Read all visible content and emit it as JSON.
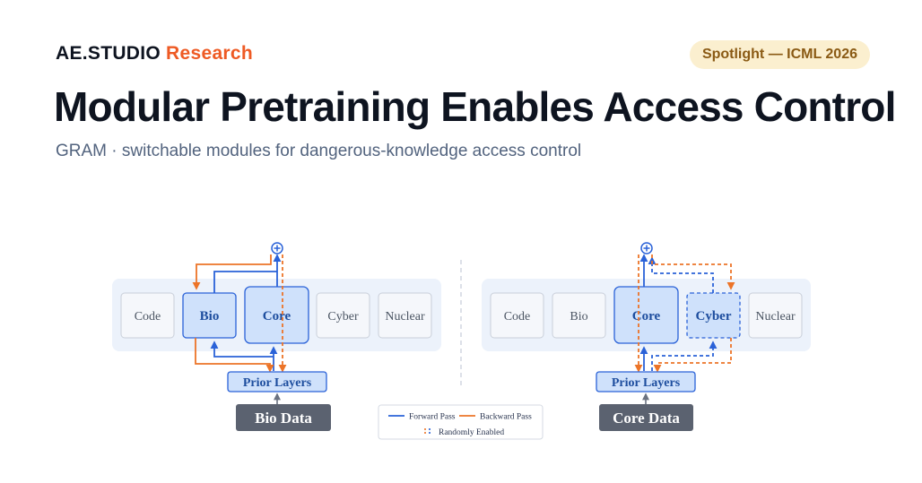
{
  "header": {
    "brand_name": "AE.STUDIO",
    "brand_suffix": "Research",
    "badge": "Spotlight — ICML 2026",
    "title": "Modular Pretraining Enables Access Control",
    "subtitle": "GRAM · switchable modules for dangerous-knowledge access control"
  },
  "colors": {
    "forward": "#2a62d8",
    "backward": "#ec7428",
    "module_active": "#cfe1fb",
    "module_inactive": "#f5f7fb",
    "panel": "#ecf2fb",
    "data_box": "#5b6270",
    "badge_bg": "#fbefcf"
  },
  "left_diagram": {
    "modules": [
      "Code",
      "Bio",
      "Core",
      "Cyber",
      "Nuclear"
    ],
    "active_modules": [
      "Bio",
      "Core"
    ],
    "prior_layers": "Prior Layers",
    "data": "Bio Data",
    "sum_icon": "plus-circle-icon"
  },
  "right_diagram": {
    "modules": [
      "Code",
      "Bio",
      "Core",
      "Cyber",
      "Nuclear"
    ],
    "active_modules": [
      "Core"
    ],
    "randomly_enabled_modules": [
      "Cyber"
    ],
    "prior_layers": "Prior Layers",
    "data": "Core Data",
    "sum_icon": "plus-circle-icon"
  },
  "legend": {
    "forward": "Forward Pass",
    "backward": "Backward Pass",
    "random": "Randomly Enabled"
  }
}
